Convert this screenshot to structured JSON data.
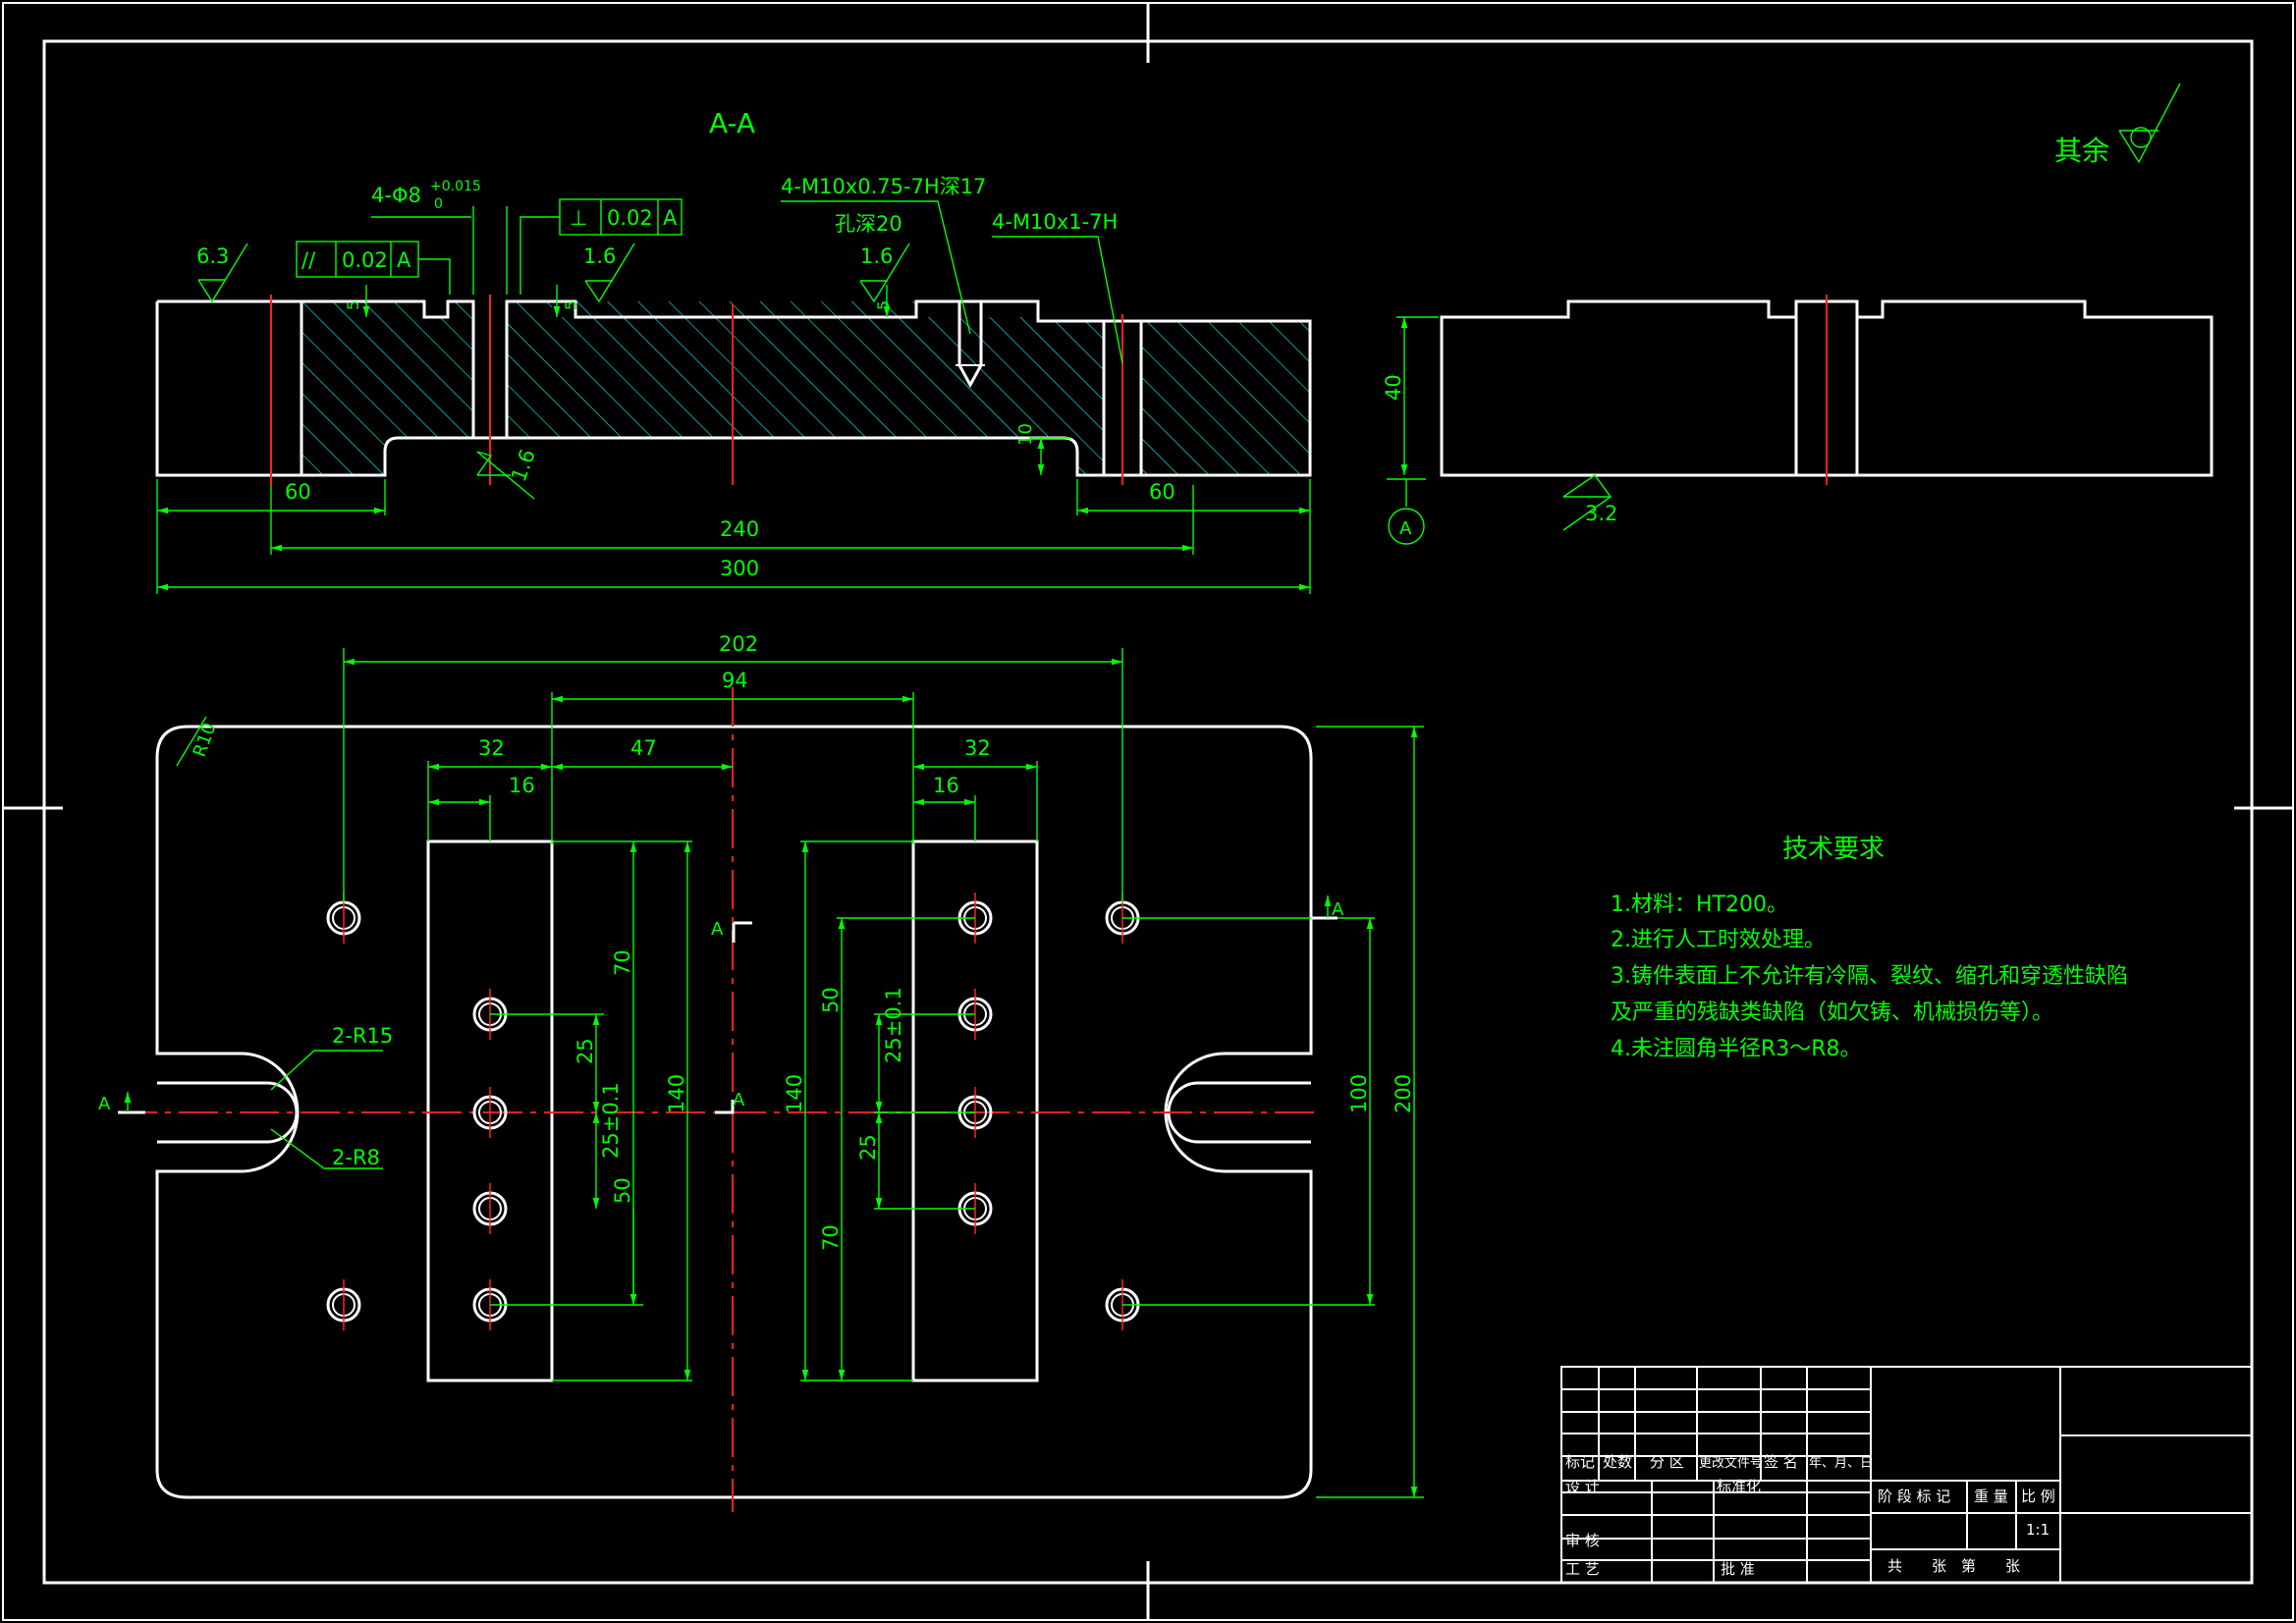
{
  "section": {
    "title": "A-A",
    "roughness_default_label": "其余",
    "callouts": {
      "holes_phi": "4-Φ8",
      "holes_phi_tol": "+0.015",
      "holes_phi_tol_low": "0",
      "thread1": "4-M10x0.75-7H深17",
      "thread1_sub": "孔深20",
      "thread2": "4-M10x1-7H"
    },
    "fcf_parallel": {
      "symbol": "//",
      "value": "0.02",
      "datum": "A"
    },
    "fcf_perp": {
      "symbol": "⊥",
      "value": "0.02",
      "datum": "A"
    },
    "roughness": [
      "6.3",
      "1.6",
      "1.6",
      "1.6",
      "3.2"
    ],
    "dims": {
      "d60a": "60",
      "d60b": "60",
      "d240": "240",
      "d300": "300",
      "d10": "10",
      "d5a": "5",
      "d5b": "5",
      "d5c": "5",
      "d40": "40"
    },
    "datum_label": "A"
  },
  "plan": {
    "dims": {
      "d202": "202",
      "d94": "94",
      "d32a": "32",
      "d32b": "32",
      "d47": "47",
      "d16a": "16",
      "d16b": "16",
      "d70a": "70",
      "d70b": "70",
      "d25a": "25",
      "d25b": "25",
      "d25t1": "25±0.1",
      "d25t2": "25±0.1",
      "d50a": "50",
      "d50b": "50",
      "d140a": "140",
      "d140b": "140",
      "d100": "100",
      "d200": "200"
    },
    "radii": {
      "r10": "R10",
      "r15": "2-R15",
      "r8": "2-R8"
    },
    "section_marks": {
      "top": "A",
      "left": "A",
      "mid": "A",
      "right": "A"
    }
  },
  "tech": {
    "title": "技术要求",
    "items": [
      "1.材料：HT200。",
      "2.进行人工时效处理。",
      "3.铸件表面上不允许有冷隔、裂纹、缩孔和穿透性缺陷",
      "及严重的残缺类缺陷（如欠铸、机械损伤等）。",
      "4.未注圆角半径R3～R8。"
    ]
  },
  "titleblock": {
    "labels": [
      "标记",
      "处数",
      "分 区",
      "更改文件号",
      "签 名",
      "年、月、日"
    ],
    "design": "设 计",
    "standard": "标准化",
    "review": "审 核",
    "craft": "工 艺",
    "approve": "批 准",
    "stage": "阶 段 标 记",
    "weight": "重 量",
    "scale_label": "比 例",
    "scale": "1:1",
    "sheets": "共　　张　第　　张"
  },
  "colors": {
    "outline": "#ffffff",
    "dimension": "#00ff00",
    "hatch": "#00ffff",
    "centerline": "#ff2020",
    "background": "#000000"
  }
}
